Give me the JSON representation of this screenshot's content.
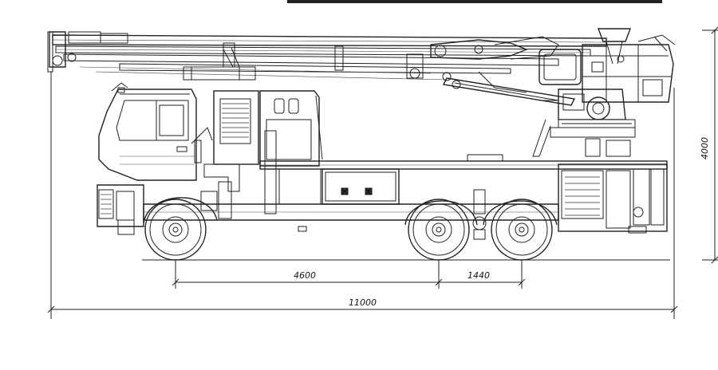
{
  "dimensions": {
    "overall_length": "11000",
    "wheelbase_front": "4600",
    "wheelbase_rear": "1440",
    "overall_height": "4000"
  },
  "colors": {
    "line": "#222222",
    "background": "#ffffff"
  }
}
